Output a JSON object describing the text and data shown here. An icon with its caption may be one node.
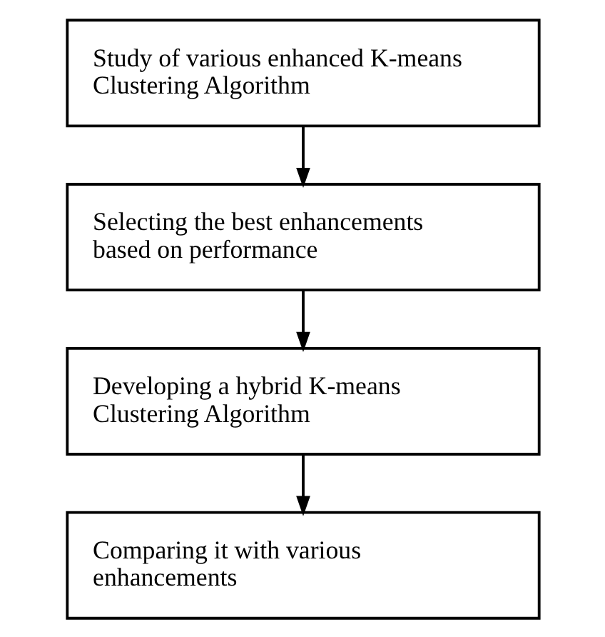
{
  "diagram": {
    "nodes": [
      {
        "text": [
          "Study of various enhanced K-means Clustering Algorithm"
        ]
      },
      {
        "text": [
          "Selecting the best enhancements based on performance"
        ]
      },
      {
        "text": [
          "Developing a hybrid K-means Clustering Algorithm"
        ]
      },
      {
        "text": [
          "Comparing it with various enhancements"
        ]
      }
    ],
    "edges": [
      {
        "from": 0,
        "to": 1,
        "arrow": "to"
      },
      {
        "from": 1,
        "to": 2,
        "arrow": "to"
      },
      {
        "from": 2,
        "to": 3,
        "arrow": "to"
      }
    ]
  }
}
